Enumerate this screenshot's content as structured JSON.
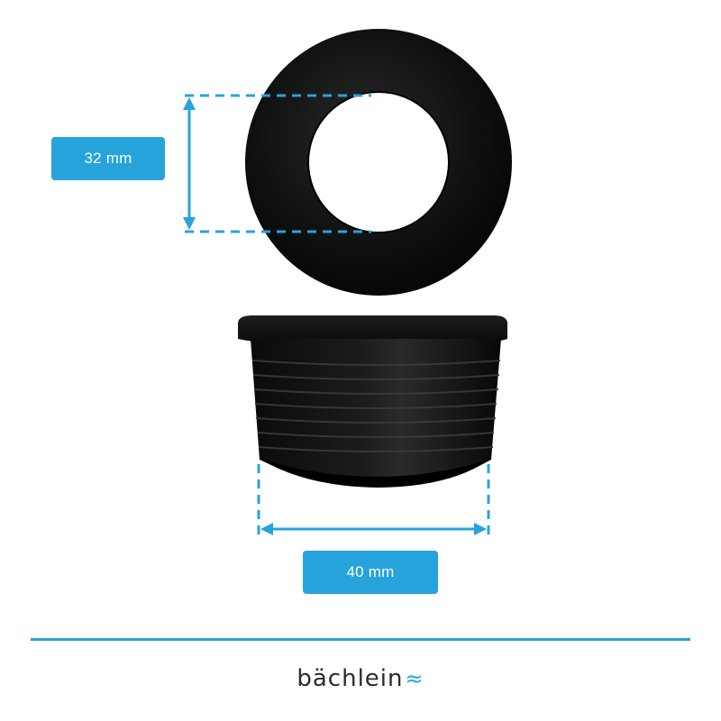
{
  "dimensions": {
    "inner_diameter_label": "32 mm",
    "outer_diameter_label": "40 mm"
  },
  "brand": {
    "name": "bächlein",
    "wave_symbol": "≈"
  },
  "colors": {
    "accent": "#27a3dc",
    "product": "#0d0d0d",
    "brand_text": "#2b2b2b"
  },
  "icons": {
    "product_top_view": "rubber-reducer-ring-icon",
    "product_side_view": "rubber-reducer-threaded-icon"
  }
}
